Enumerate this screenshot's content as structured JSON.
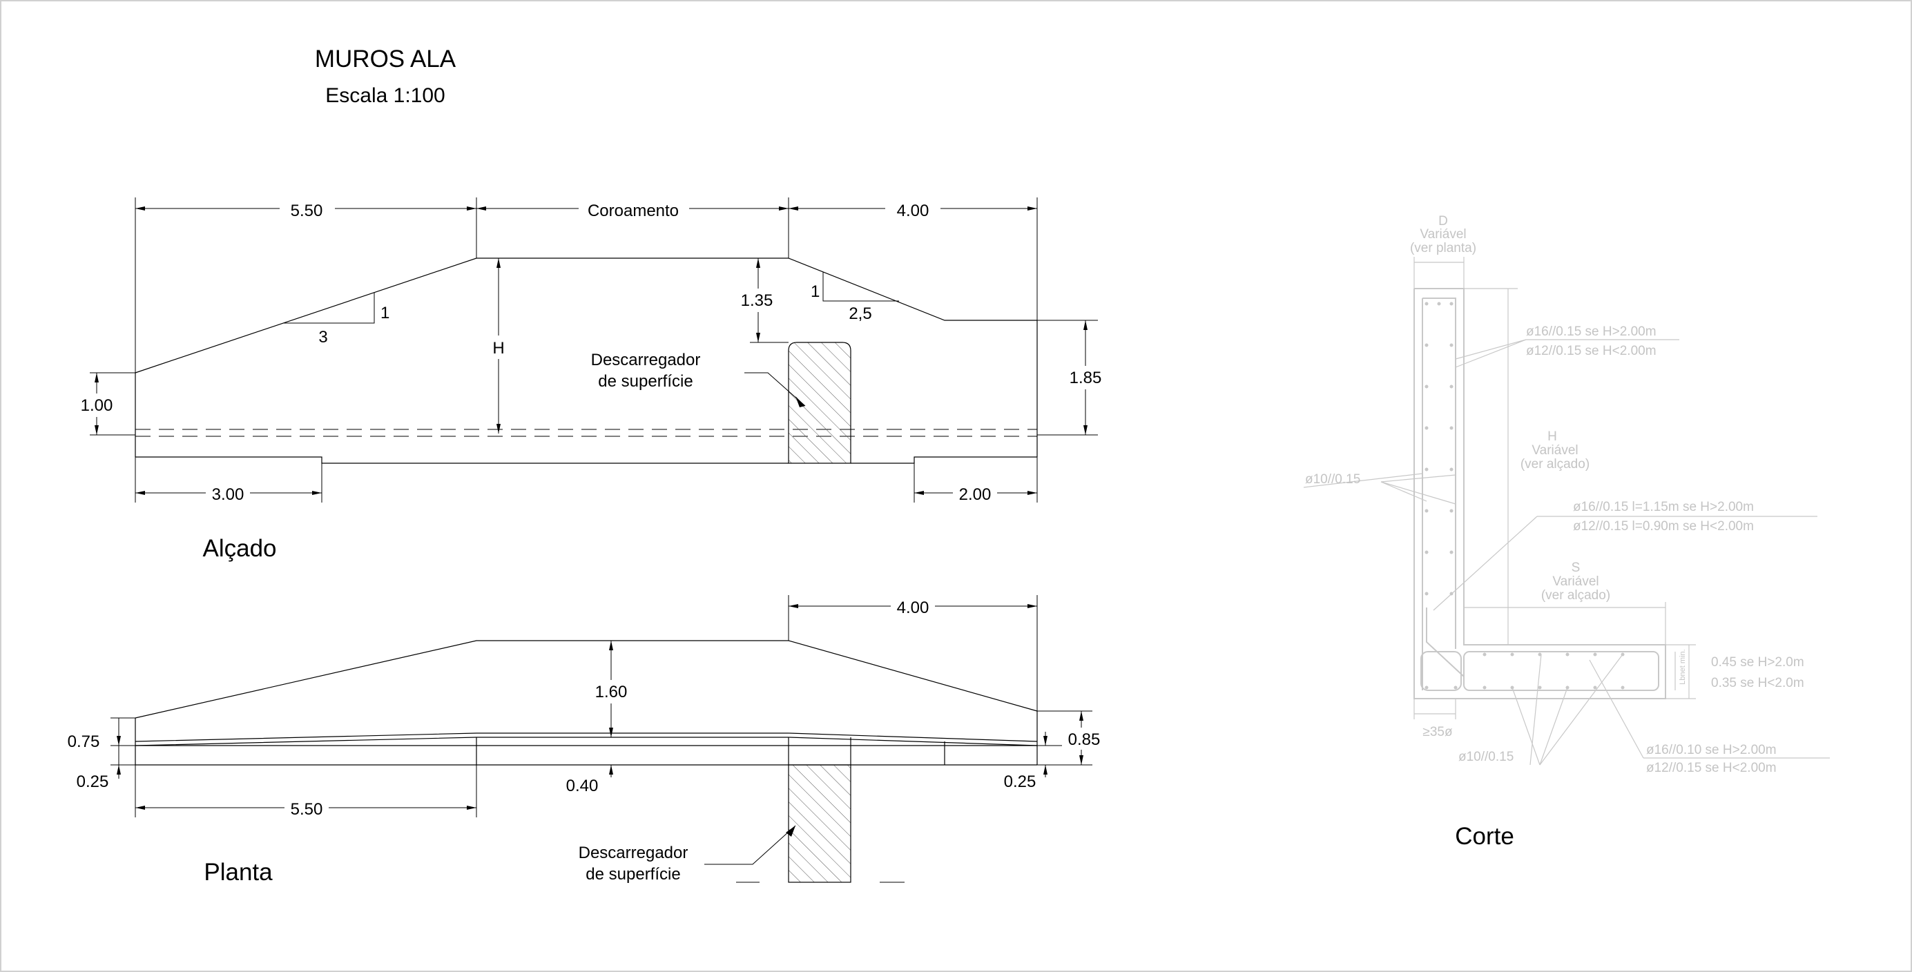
{
  "title": "MUROS ALA",
  "scale": "Escala 1:100",
  "views": {
    "alcado": "Alçado",
    "planta": "Planta",
    "corte": "Corte"
  },
  "alcado": {
    "dim_left_top": "5.50",
    "dim_crown": "Coroamento",
    "dim_right_top": "4.00",
    "slope_left_v": "1",
    "slope_left_h": "3",
    "slope_right_v": "1",
    "slope_right_h": "2,5",
    "height_label": "H",
    "dim_gap": "1.35",
    "dim_left_height": "1.00",
    "dim_right_height": "1.85",
    "dim_left_bottom": "3.00",
    "dim_right_bottom": "2.00",
    "spillway": [
      "Descarregador",
      "de superfície"
    ]
  },
  "planta": {
    "dim_right_top": "4.00",
    "dim_center": "1.60",
    "dim_left_a": "0.75",
    "dim_left_b": "0.25",
    "dim_right_a": "0.85",
    "dim_right_b": "0.25",
    "dim_bottom_center": "0.40",
    "dim_left_bottom": "5.50",
    "spillway": [
      "Descarregador",
      "de superfície"
    ]
  },
  "corte": {
    "wall_top": [
      "D",
      "Variável",
      "(ver planta)"
    ],
    "rebar_top": [
      "ø16//0.15 se H>2.00m",
      "ø12//0.15 se H<2.00m"
    ],
    "wall_height": [
      "H",
      "Variável",
      "(ver alçado)"
    ],
    "rebar_left": "ø10//0.15",
    "rebar_mid": [
      "ø16//0.15 l=1.15m se H>2.00m",
      "ø12//0.15 l=0.90m se H<2.00m"
    ],
    "footing_width": [
      "S",
      "Variável",
      "(ver alçado)"
    ],
    "footing_depth": [
      "0.45 se H>2.0m",
      "0.35 se H<2.0m"
    ],
    "footing_side_label": "Lbnet min.",
    "min_width": "≥35ø",
    "rebar_bottom_left": "ø10//0.15",
    "rebar_bottom_right": [
      "ø16//0.10 se H>2.00m",
      "ø12//0.15 se H<2.00m"
    ]
  }
}
